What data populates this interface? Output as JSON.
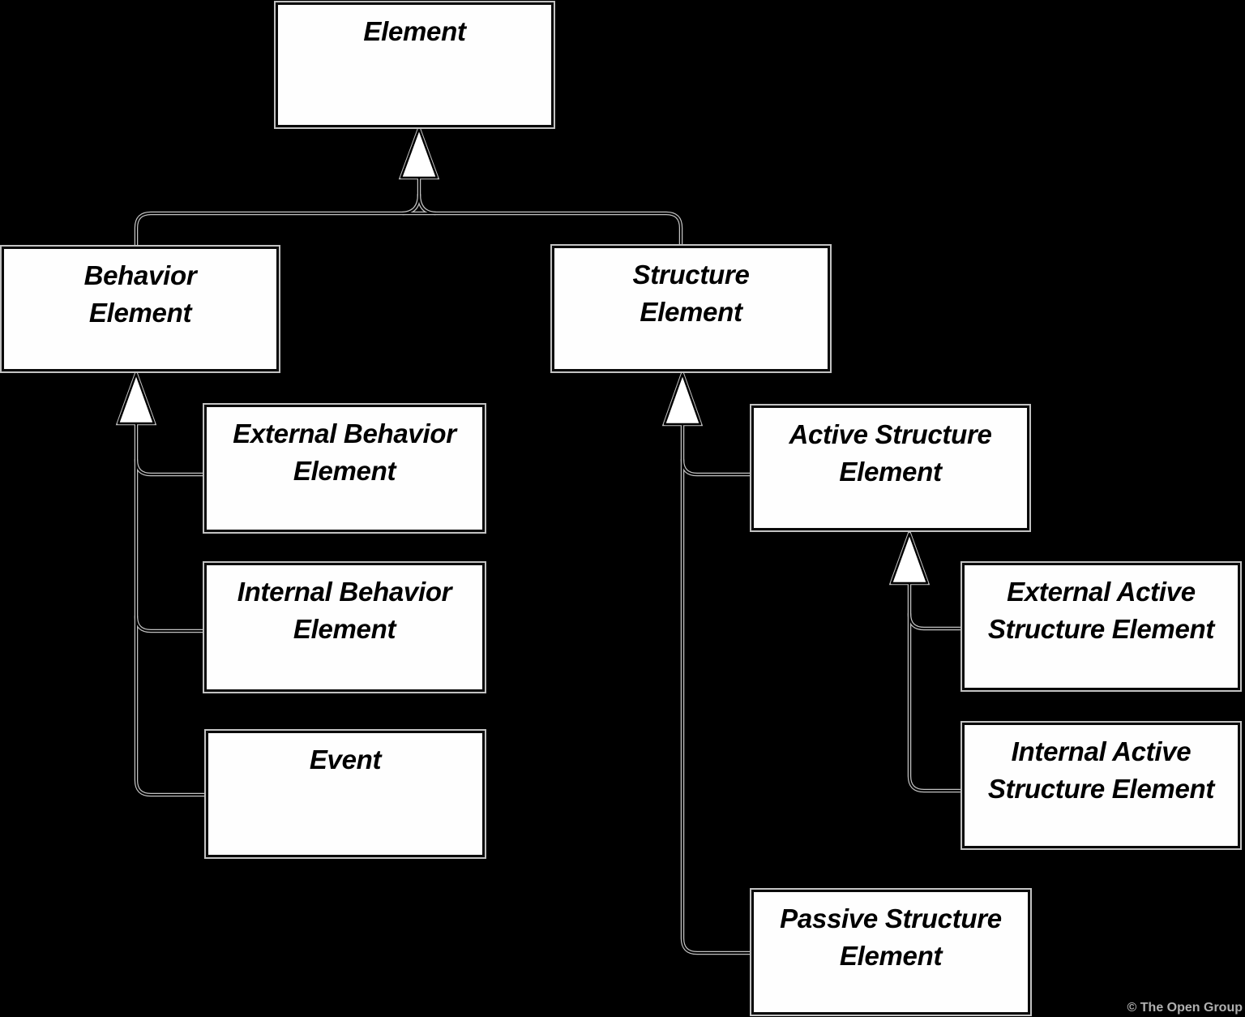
{
  "diagram": {
    "nodes": [
      {
        "id": "element",
        "label": "Element"
      },
      {
        "id": "behavior-element",
        "label": "Behavior\nElement"
      },
      {
        "id": "structure-element",
        "label": "Structure\nElement"
      },
      {
        "id": "external-behavior-element",
        "label": "External Behavior\nElement"
      },
      {
        "id": "internal-behavior-element",
        "label": "Internal Behavior\nElement"
      },
      {
        "id": "event",
        "label": "Event"
      },
      {
        "id": "active-structure-element",
        "label": "Active Structure\nElement"
      },
      {
        "id": "external-active-structure-element",
        "label": "External Active\nStructure Element"
      },
      {
        "id": "internal-active-structure-element",
        "label": "Internal Active\nStructure Element"
      },
      {
        "id": "passive-structure-element",
        "label": "Passive Structure\nElement"
      }
    ],
    "edges": [
      {
        "from": "element",
        "to": "behavior-element",
        "type": "generalization"
      },
      {
        "from": "element",
        "to": "structure-element",
        "type": "generalization"
      },
      {
        "from": "behavior-element",
        "to": "external-behavior-element",
        "type": "generalization"
      },
      {
        "from": "behavior-element",
        "to": "internal-behavior-element",
        "type": "generalization"
      },
      {
        "from": "behavior-element",
        "to": "event",
        "type": "generalization"
      },
      {
        "from": "structure-element",
        "to": "active-structure-element",
        "type": "generalization"
      },
      {
        "from": "structure-element",
        "to": "passive-structure-element",
        "type": "generalization"
      },
      {
        "from": "active-structure-element",
        "to": "external-active-structure-element",
        "type": "generalization"
      },
      {
        "from": "active-structure-element",
        "to": "internal-active-structure-element",
        "type": "generalization"
      }
    ],
    "colors": {
      "background": "#000000",
      "node_fill": "#fefefe",
      "node_border": "#0a0a0a",
      "node_text": "#000000",
      "connector_halo": "#c2c2c2",
      "connector_core": "#000000",
      "arrowhead_fill": "#ffffff"
    }
  },
  "footer": {
    "copyright": "© The Open Group"
  }
}
